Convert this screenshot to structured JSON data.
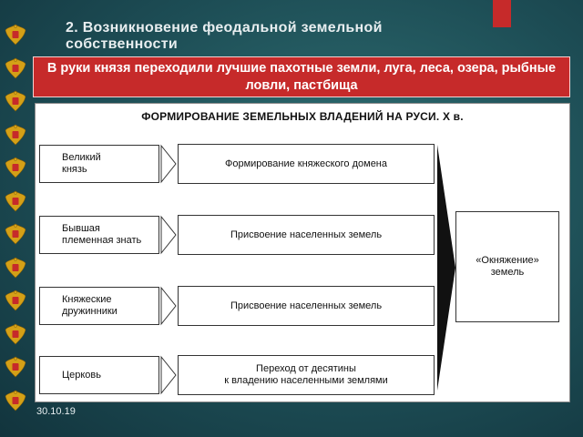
{
  "slide": {
    "title": "2. Возникновение феодальной земельной собственности",
    "banner": "В руки князя переходили лучшие пахотные земли, луга, леса, озера, рыбные ловли, пастбища",
    "date": "30.10.19"
  },
  "colors": {
    "banner_red": "#c62a2a",
    "background_teal": "#1d4d55",
    "emblem_gold": "#d4a017"
  },
  "emblem_icon": "coat-of-arms-icon",
  "diagram": {
    "title": "ФОРМИРОВАНИЕ ЗЕМЕЛЬНЫХ ВЛАДЕНИЙ НА РУСИ. X в.",
    "rows": [
      {
        "left": "Великий\nкнязь",
        "middle": "Формирование княжеского домена"
      },
      {
        "left": "Бывшая\nплеменная знать",
        "middle": "Присвоение населенных земель"
      },
      {
        "left": "Княжеские\nдружинники",
        "middle": "Присвоение населенных земель"
      },
      {
        "left": "Церковь",
        "middle": "Переход от десятины\nк владению населенными землями"
      }
    ],
    "result": "«Окняжение»\nземель"
  }
}
